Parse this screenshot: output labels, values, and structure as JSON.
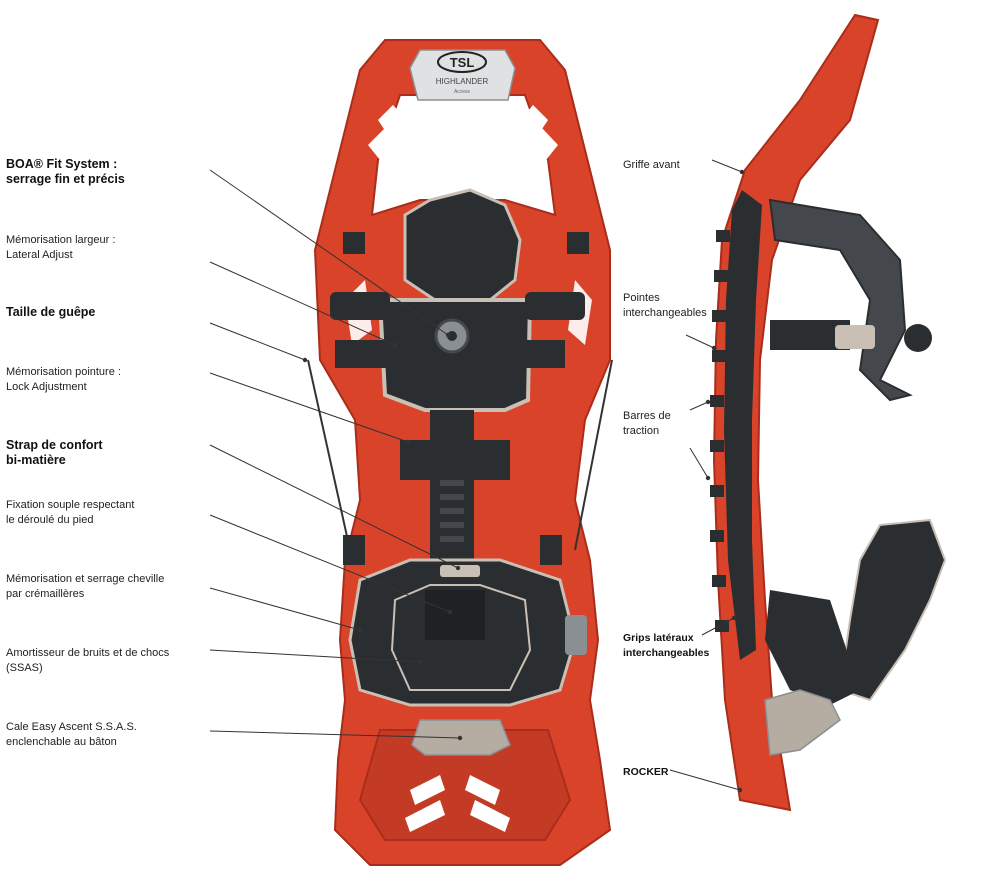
{
  "logo": {
    "brand": "TSL",
    "model": "HIGHLANDER",
    "sub": "Access"
  },
  "left_labels": [
    {
      "lines": [
        "BOA® Fit System :",
        "serrage fin et précis"
      ],
      "bold": true
    },
    {
      "lines": [
        "Mémorisation largeur :",
        "Lateral Adjust"
      ],
      "bold": false
    },
    {
      "lines": [
        "Taille de guêpe"
      ],
      "bold": true
    },
    {
      "lines": [
        "Mémorisation pointure :",
        "Lock Adjustment"
      ],
      "bold": false
    },
    {
      "lines": [
        "Strap de confort",
        "bi-matière"
      ],
      "bold": true
    },
    {
      "lines": [
        "Fixation souple respectant",
        "le déroulé du pied"
      ],
      "bold": false
    },
    {
      "lines": [
        "Mémorisation et serrage cheville",
        "par crémaillères"
      ],
      "bold": false
    },
    {
      "lines": [
        "Amortisseur de bruits et de chocs",
        "(SSAS)"
      ],
      "bold": false
    },
    {
      "lines": [
        "Cale Easy Ascent S.S.A.S.",
        "enclenchable au bâton"
      ],
      "bold": false
    }
  ],
  "right_labels": [
    {
      "lines": [
        "Griffe avant"
      ],
      "bold": false
    },
    {
      "lines": [
        "Pointes",
        "interchangeables"
      ],
      "bold": false
    },
    {
      "lines": [
        "Barres de",
        "traction"
      ],
      "bold": false
    },
    {
      "lines": [
        "Grips latéraux",
        "interchangeables"
      ],
      "bold": true
    },
    {
      "lines": [
        "ROCKER"
      ],
      "bold": true
    }
  ],
  "colors": {
    "deck": "#d9432a",
    "deck_dark": "#a92d1a",
    "binding": "#2b2e31",
    "binding_light": "#44484c",
    "accent": "#c9bfb4",
    "metal": "#8a8f94",
    "leader": "#333333"
  }
}
